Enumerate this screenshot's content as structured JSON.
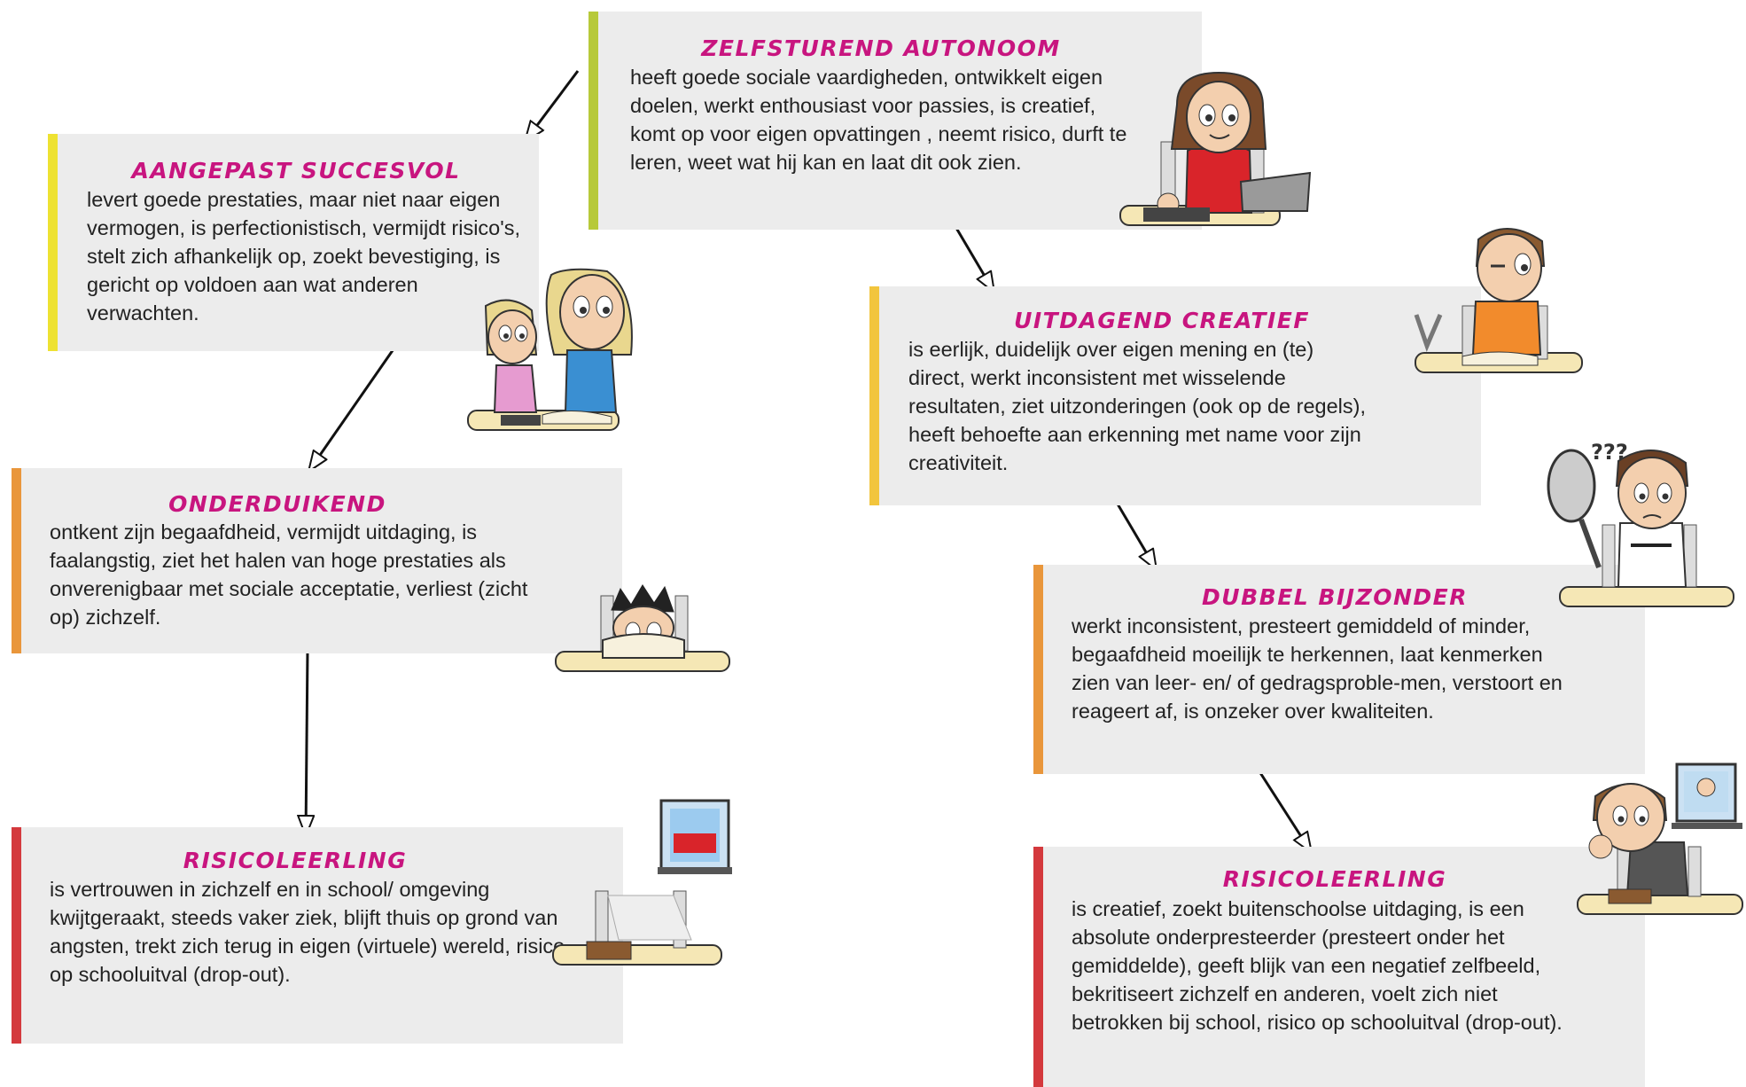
{
  "colors": {
    "title": "#c8157f",
    "box_bg": "#ececec",
    "bar_green": "#b7c93a",
    "bar_yellow": "#eee232",
    "bar_amber": "#f2c53d",
    "bar_orange": "#e9963b",
    "bar_red": "#d4393d",
    "text": "#222222"
  },
  "boxes": {
    "zelfsturend": {
      "title": "ZELFSTUREND AUTONOOM",
      "text": "heeft goede sociale vaardigheden, ontwikkelt eigen doelen, werkt enthousiast voor passies, is creatief, komt op voor eigen opvattingen , neemt risico, durft te leren, weet wat hij kan en laat dit ook zien."
    },
    "aangepast": {
      "title": "AANGEPAST SUCCESVOL",
      "text": "levert goede prestaties, maar niet naar eigen vermogen, is perfectionistisch, vermijdt risico's, stelt zich afhankelijk op, zoekt bevestiging, is gericht op voldoen aan wat anderen verwachten."
    },
    "uitdagend": {
      "title": "UITDAGEND CREATIEF",
      "text": "is eerlijk, duidelijk over eigen mening en (te) direct, werkt inconsistent met wisselende resultaten, ziet uitzonderingen (ook op de regels), heeft behoefte aan erkenning met name voor zijn creativiteit."
    },
    "onderduikend": {
      "title": "ONDERDUIKEND",
      "text": "ontkent zijn begaafdheid, vermijdt uitdaging, is faalangstig, ziet het halen van hoge prestaties als onverenigbaar met sociale acceptatie, verliest (zicht op) zichzelf."
    },
    "dubbel": {
      "title": "DUBBEL BIJZONDER",
      "text": "werkt inconsistent, presteert gemiddeld of minder, begaafdheid moeilijk te herkennen, laat kenmerken zien van leer- en/ of gedragsproble-men, verstoort en reageert af, is onzeker over kwaliteiten."
    },
    "risico_left": {
      "title": "RISICOLEERLING",
      "text": "is vertrouwen in zichzelf en in school/ omgeving kwijtgeraakt, steeds vaker ziek, blijft thuis op grond van angsten, trekt zich terug in eigen (virtuele) wereld, risico op schooluitval (drop-out)."
    },
    "risico_right": {
      "title": "RISICOLEERLING",
      "text": "is creatief, zoekt buitenschoolse uitdaging, is een absolute onderpresteerder (presteert onder het gemiddelde), geeft blijk van een negatief zelfbeeld, bekritiseert zichzelf en anderen, voelt zich niet betrokken bij school, risico op schooluitval (drop-out)."
    }
  },
  "illustrations": {
    "girl_laptop": "girl-with-laptop-icon",
    "two_girls": "two-girls-with-book-icon",
    "boy_slingshot": "boy-with-slingshot-icon",
    "hiding_boy": "boy-hiding-behind-book-icon",
    "boy_mirror": "boy-with-mirror-icon",
    "empty_desk": "empty-desk-with-window-icon",
    "boy_screen": "boy-with-screen-icon"
  }
}
